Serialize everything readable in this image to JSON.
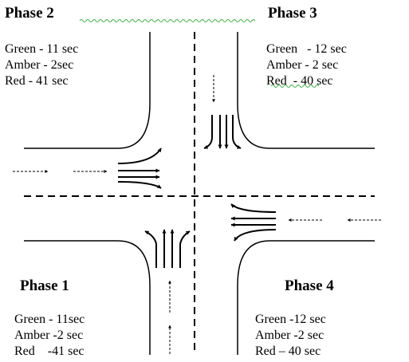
{
  "phases": [
    {
      "title": "Phase 2",
      "green": "Green - 11 sec",
      "amber": "Amber - 2sec",
      "red": "Red - 41 sec"
    },
    {
      "title": "Phase 3",
      "green": "Green   - 12 sec",
      "amber": "Amber - 2 sec",
      "red": "Red  - 40 sec"
    },
    {
      "title": "Phase 1",
      "green": "Green - 11sec",
      "amber": "Amber -2 sec",
      "red": "Red    -41 sec"
    },
    {
      "title": "Phase 4",
      "green": "Green -12 sec",
      "amber": "Amber -2 sec",
      "red": "Red – 40 sec"
    }
  ],
  "colors": {
    "ink": "#000000",
    "spellcheck_underline": "#3cb043",
    "background": "#ffffff"
  }
}
